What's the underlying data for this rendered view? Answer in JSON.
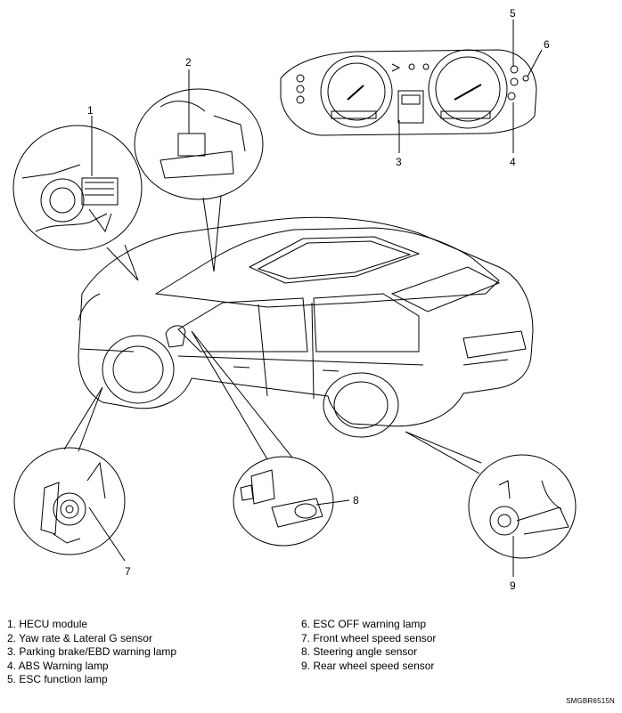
{
  "callouts": {
    "n1": "1",
    "n2": "2",
    "n3": "3",
    "n4": "4",
    "n5": "5",
    "n6": "6",
    "n7": "7",
    "n8": "8",
    "n9": "9"
  },
  "legend": {
    "left": [
      "1. HECU module",
      "2. Yaw rate & Lateral G sensor",
      "3. Parking brake/EBD warning lamp",
      "4. ABS Warning lamp",
      "5. ESC function lamp"
    ],
    "right": [
      "6. ESC OFF warning lamp",
      "7. Front wheel speed sensor",
      "8. Steering angle sensor",
      "9. Rear wheel speed sensor"
    ]
  },
  "figure_code": "SMGBR6515N"
}
